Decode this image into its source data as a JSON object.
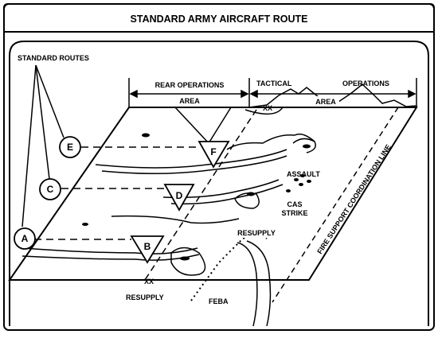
{
  "title": "STANDARD ARMY AIRCRAFT ROUTE",
  "standard_routes_label": "STANDARD ROUTES",
  "routes": [
    "A",
    "B",
    "C",
    "D",
    "E",
    "F"
  ],
  "rear_operations": "REAR OPERATIONS",
  "rear_area": "AREA",
  "tactical": "TACTICAL",
  "operations": "OPERATIONS",
  "tactical_area": "AREA",
  "boundary_marker_top": "XX",
  "boundary_marker_bottom": "XX",
  "assault": "ASSAULT",
  "cas_strike_line1": "CAS",
  "cas_strike_line2": "STRIKE",
  "resupply_forward": "RESUPPLY",
  "resupply_rear": "RESUPPLY",
  "feba": "FEBA",
  "fscl": "FIRE SUPPORT COORDINATION LINE"
}
